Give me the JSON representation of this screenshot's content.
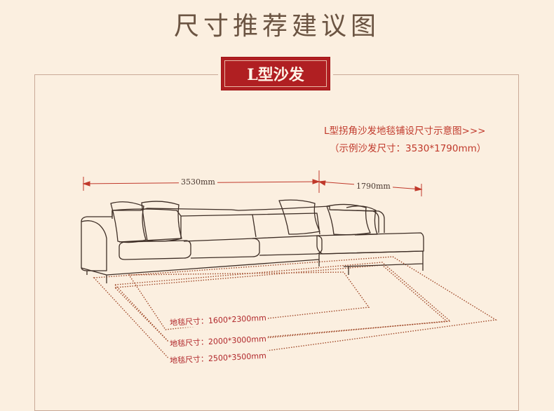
{
  "title": "尺寸推荐建议图",
  "badge": "L型沙发",
  "description": {
    "line1": "L型拐角沙发地毯铺设尺寸示意图>>>",
    "line2": "（示例沙发尺寸：3530*1790mm）"
  },
  "dimensions": {
    "length": "3530mm",
    "depth": "1790mm"
  },
  "rugs": [
    "地毯尺寸：1600*2300mm",
    "地毯尺寸：2000*3000mm",
    "地毯尺寸：2500*3500mm"
  ],
  "colors": {
    "background": "#fbefe0",
    "title": "#6b5442",
    "accent_red": "#b01f22",
    "dimension_line": "#c0392b",
    "rug_outline": "#a04a2a",
    "sofa_outline": "#3e2e26"
  }
}
